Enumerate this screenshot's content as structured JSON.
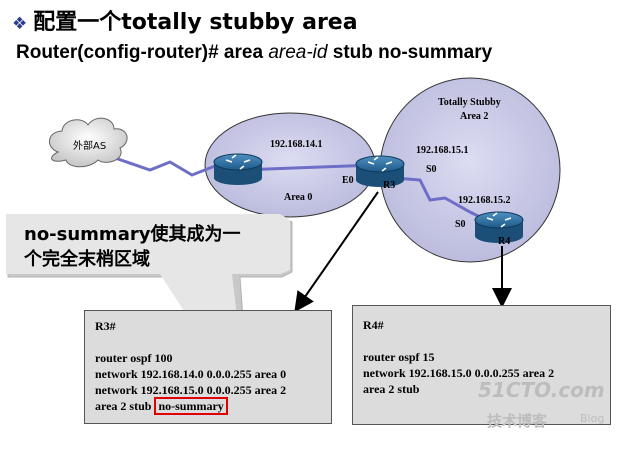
{
  "title": {
    "bullet": "❖",
    "text": "配置一个totally stubby area"
  },
  "command": {
    "pre": "Router(config-router)# area ",
    "arg": "area-id",
    "post": " stub no-summary"
  },
  "diagram": {
    "cloud_label": "外部AS",
    "area0_label": "Area 0",
    "area0_net": "192.168.14.1",
    "area2_title_line1": "Totally Stubby",
    "area2_title_line2": "Area 2",
    "net_r3_s0": "192.168.15.1",
    "net_r4_s0": "192.168.15.2",
    "r3_if_e0": "E0",
    "r3_if_s0": "S0",
    "r3_name": "R3",
    "r4_if_s0": "S0",
    "r4_name": "R4"
  },
  "callout": {
    "line1": "no-summary使其成为一",
    "line2": "个完全末梢区域"
  },
  "r3_box": {
    "heading": "R3#",
    "lines": [
      "router  ospf  100",
      "network 192.168.14.0  0.0.0.255 area 0",
      "network 192.168.15.0  0.0.0.255 area 2"
    ],
    "stub_line_pre": "area  2  stub ",
    "stub_line_highlight": "no-summary"
  },
  "r4_box": {
    "heading": "R4#",
    "lines": [
      "router  ospf  15",
      "network 192.168.15.0  0.0.0.255 area 2",
      "area  2  stub"
    ]
  },
  "watermark": {
    "brand": "51CTO.com",
    "sub": "技术博客",
    "blog": "Blog"
  }
}
